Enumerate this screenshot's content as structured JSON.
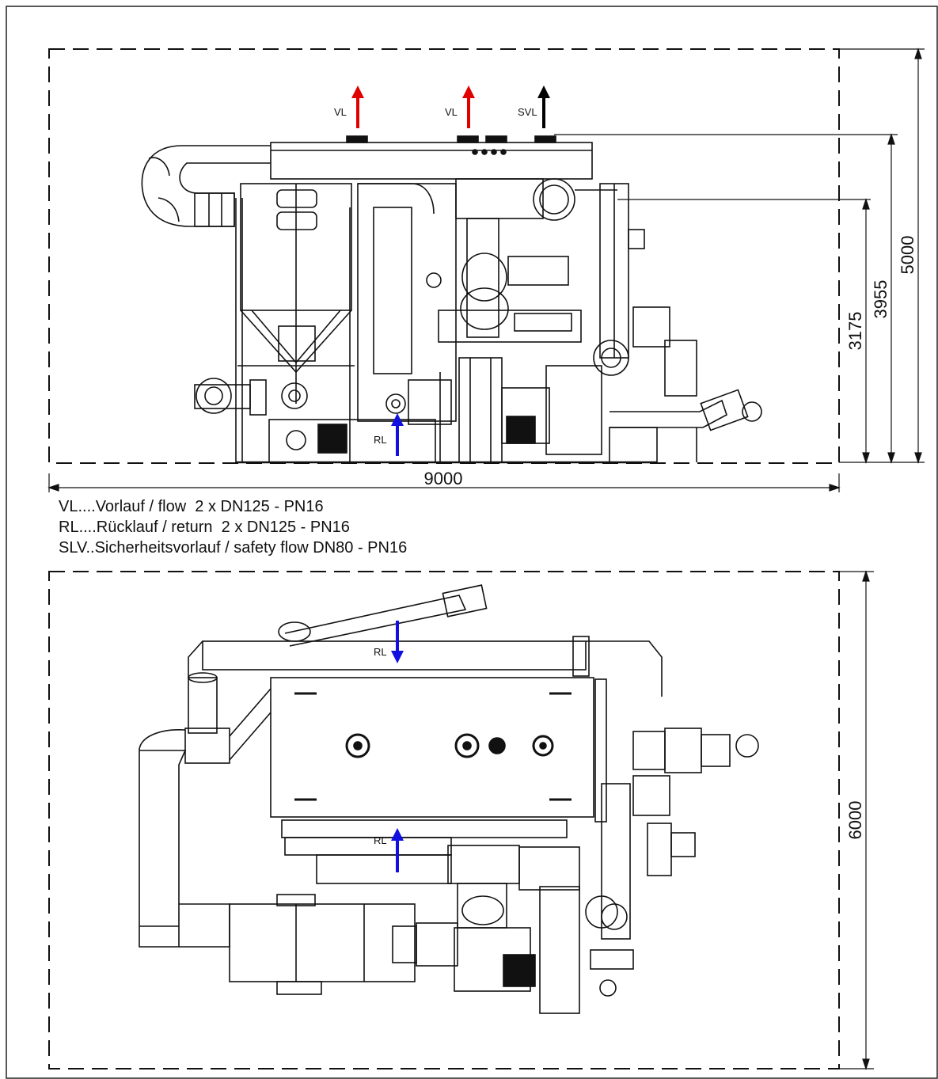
{
  "side_view": {
    "arrows": [
      {
        "label": "VL",
        "color": "#e10000"
      },
      {
        "label": "VL",
        "color": "#e10000"
      },
      {
        "label": "SVL",
        "color": "#000000"
      },
      {
        "label": "RL",
        "color": "#1010e0"
      }
    ],
    "dimensions": {
      "width": "9000",
      "height_total": "5000",
      "height_svl": "3955",
      "height_mid": "3175"
    }
  },
  "legend": [
    "VL....Vorlauf / flow  2 x DN125 - PN16",
    "RL....Rücklauf / return  2 x DN125 - PN16",
    "SLV..Sicherheitsvorlauf / safety flow DN80 - PN16"
  ],
  "top_view": {
    "arrows": [
      {
        "label": "RL",
        "color": "#1010e0"
      },
      {
        "label": "RL",
        "color": "#1010e0"
      }
    ],
    "dimensions": {
      "depth": "6000"
    }
  }
}
